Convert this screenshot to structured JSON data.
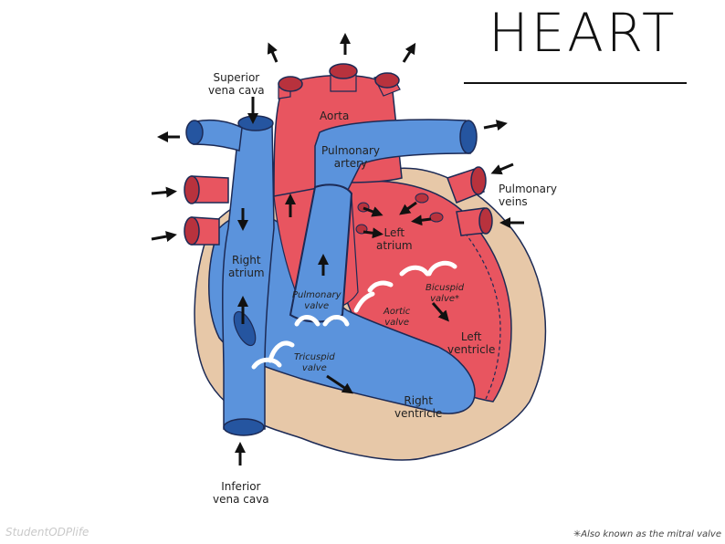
{
  "title": "HEART",
  "labels": {
    "superior_vena_cava": "Superior\nvena cava",
    "aorta": "Aorta",
    "pulmonary_artery": "Pulmonary\nartery",
    "pulmonary_veins": "Pulmonary\nveins",
    "left_atrium": "Left\natrium",
    "right_atrium": "Right\natrium",
    "pulmonary_valve": "Pulmonary\nvalve",
    "aortic_valve": "Aortic\nvalve",
    "bicuspid_valve": "Bicuspid\nvalve*",
    "left_ventricle": "Left\nventricle",
    "tricuspid_valve": "Tricuspid\nvalve",
    "right_ventricle": "Right\nventricle",
    "inferior_vena_cava": "Inferior\nvena cava"
  },
  "credit": "StudentODPlife",
  "footnote": "✳Also known as the mitral valve",
  "colors": {
    "blue": "#5b93dc",
    "blue_dark": "#2555a0",
    "red": "#e85560",
    "red_dark": "#b8323d",
    "tan": "#e7c8a8",
    "outline": "#1c2a55"
  }
}
